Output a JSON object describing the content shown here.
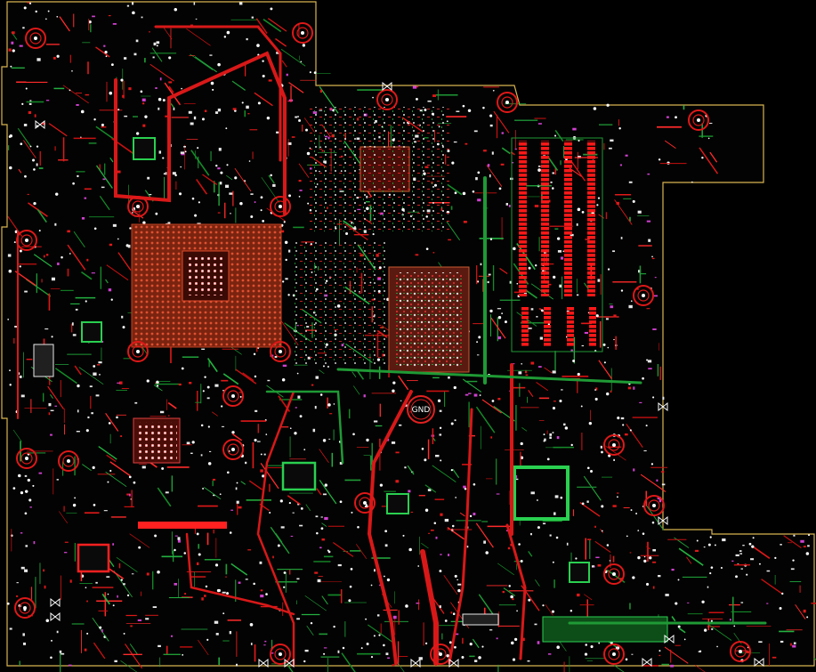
{
  "view": {
    "title": "",
    "colors": {
      "background": "#000000",
      "outline": "#e8c35a",
      "top_copper": "#e01010",
      "bottom_copper": "#109a2a",
      "silk": "#e8e8e8",
      "pad": "#d8d8d8",
      "via": "#ffffff",
      "magenta": "#d040d0"
    }
  },
  "board": {
    "labels": {
      "gnd_pad": "GND"
    }
  },
  "layers": [
    "top-copper",
    "bottom-copper",
    "silkscreen",
    "board-outline"
  ]
}
